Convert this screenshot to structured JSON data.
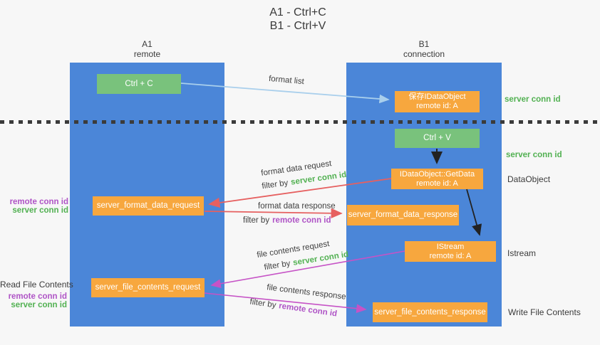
{
  "title": {
    "line1": "A1 - Ctrl+C",
    "line2": "B1 - Ctrl+V"
  },
  "lanes": {
    "left": {
      "name": "A1",
      "role": "remote"
    },
    "right": {
      "name": "B1",
      "role": "connection"
    }
  },
  "nodes": {
    "ctrl_c": "Ctrl + C",
    "ctrl_v": "Ctrl + V",
    "save_dataobject": {
      "line1": "保存IDataObject",
      "line2": "remote id: A"
    },
    "getdata": {
      "line1": "IDataObject::GetData",
      "line2": "remote id: A"
    },
    "istream": {
      "line1": "IStream",
      "line2": "remote id: A"
    },
    "server_format_data_request": "server_format_data_request",
    "server_format_data_response": "server_format_data_response",
    "server_file_contents_request": "server_file_contents_request",
    "server_file_contents_response": "server_file_contents_response"
  },
  "edge_labels": {
    "format_list": "format list",
    "format_data_request": "format data request",
    "format_data_response": "format data response",
    "file_contents_request": "file contents request",
    "file_contents_response": "file contents response",
    "filter_by": "filter by",
    "server_conn_id": "server conn id",
    "remote_conn_id": "remote conn id"
  },
  "side_labels": {
    "server_conn_id_top": "server conn id",
    "server_conn_id_mid": "server conn id",
    "dataobject": "DataObject",
    "istream": "Istream",
    "write_file_contents": "Write File Contents",
    "read_file_contents": "Read File Contents",
    "remote_conn_id": "remote conn id",
    "server_conn_id": "server conn id"
  },
  "colors": {
    "lane_blue": "#4b86d8",
    "node_green": "#79c27c",
    "node_orange": "#f7a73e",
    "text_green": "#52b152",
    "text_purple": "#af54c6",
    "arrow_red": "#e66060",
    "arrow_magenta": "#c653c6",
    "arrow_light_blue": "#a9cfec",
    "arrow_black": "#222222",
    "background": "#f7f7f7"
  }
}
